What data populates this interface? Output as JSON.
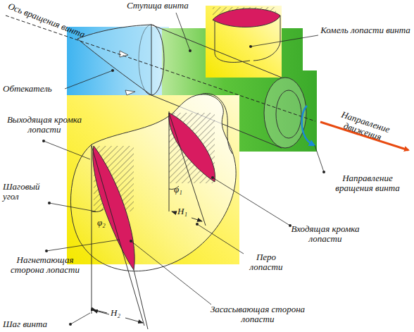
{
  "diagram": {
    "labels": [
      "Ось вращения винта",
      "Ступица винта",
      "Комель лопасти винта",
      "Обтекатель",
      "Выходящая кромка лопасти",
      "Шаговый угол",
      "φ₂",
      "Нагнетающая сторона лопасти",
      "Шаг винта",
      "H₂",
      "Засасывающая сторона лопасти",
      "Перо лопасти",
      "Входящая кромка лопасти",
      "φ₁",
      "H₁",
      "Направление вращения винта",
      "Направление движения"
    ]
  }
}
